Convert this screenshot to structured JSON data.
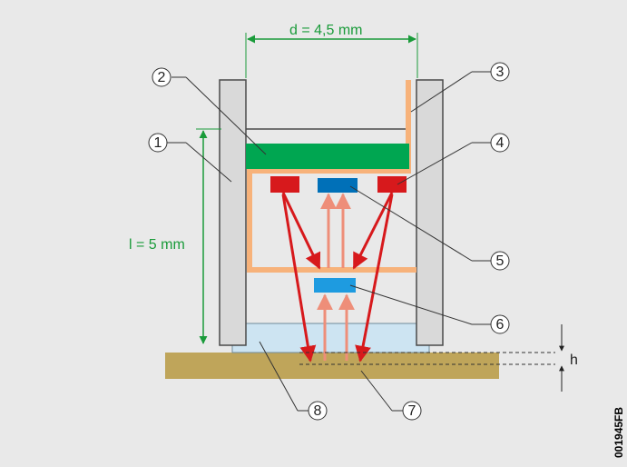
{
  "dimensions": {
    "width_label": "d = 4,5 mm",
    "length_label": "l = 5 mm",
    "gap_label": "h"
  },
  "callouts": [
    "1",
    "2",
    "3",
    "4",
    "5",
    "6",
    "7",
    "8"
  ],
  "figure_code": "001945FB",
  "colors": {
    "background": "#e9e9e9",
    "housing": "#d9d9d9",
    "pcb": "#00a651",
    "flex_frame": "#f7b27a",
    "emitter": "#d7191c",
    "receiver_dark": "#0070b8",
    "receiver_light": "#1e9be0",
    "ray_emit": "#d7191c",
    "ray_reflect": "#ee8e79",
    "window": "#cde4f2",
    "surface": "#bfa55a",
    "dimension": "#1a9b3a"
  }
}
